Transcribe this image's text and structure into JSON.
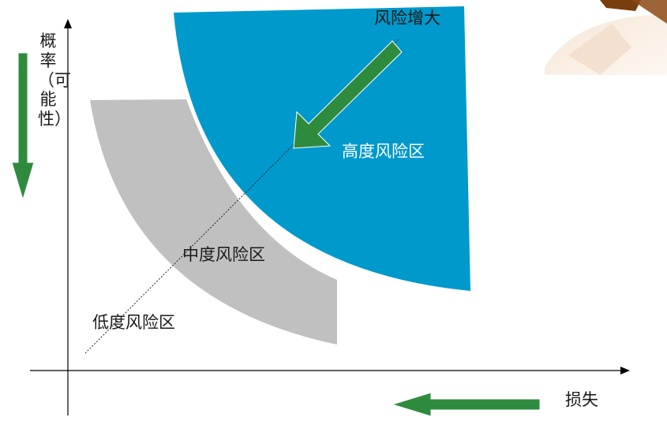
{
  "axes": {
    "y_label": "概率（可能性）",
    "x_label": "损失"
  },
  "zones": {
    "high": "高度风险区",
    "medium": "中度风险区",
    "low": "低度风险区"
  },
  "risk_increase_label": "风险增大",
  "colors": {
    "high_zone": "#0099cc",
    "medium_zone": "#c0c0c0",
    "arrow_green": "#2e8b3e",
    "axis": "#000000"
  }
}
